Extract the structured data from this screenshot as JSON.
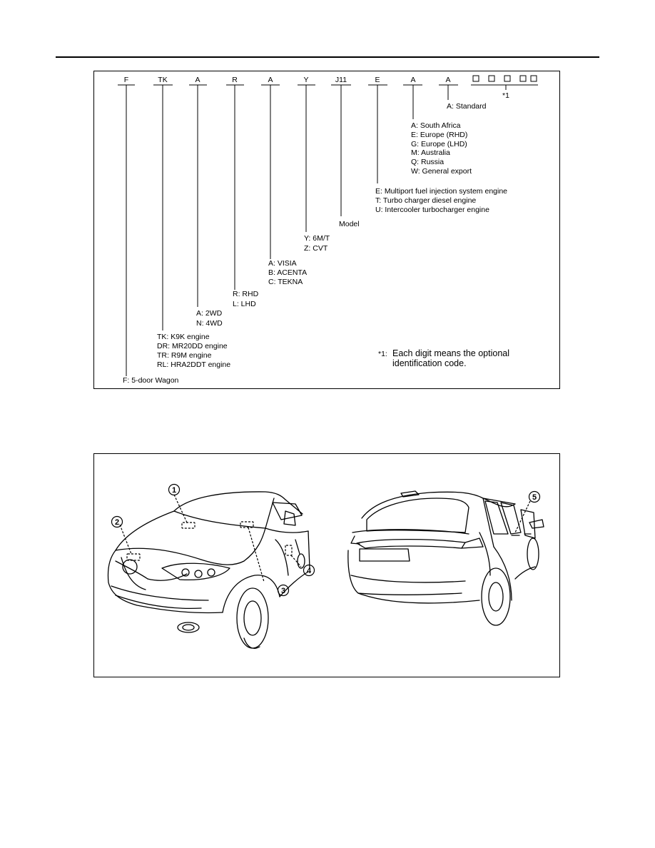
{
  "code_chart": {
    "headers": [
      "F",
      "TK",
      "A",
      "R",
      "A",
      "Y",
      "J11",
      "E",
      "A",
      "A"
    ],
    "footnote_marker": "*1",
    "legends": {
      "pos10": [
        "A: Standard"
      ],
      "pos9": [
        "A: South Africa",
        "E: Europe (RHD)",
        "G: Europe (LHD)",
        "M: Australia",
        "Q: Russia",
        "W: General export"
      ],
      "pos8": [
        "E: Multiport fuel injection system engine",
        "T: Turbo charger diesel engine",
        "U: Intercooler turbocharger engine"
      ],
      "pos7": [
        "Model"
      ],
      "pos6": [
        "Y: 6M/T",
        "Z: CVT"
      ],
      "pos5": [
        "A: VISIA",
        "B: ACENTA",
        "C: TEKNA"
      ],
      "pos4": [
        "R: RHD",
        "L: LHD"
      ],
      "pos3": [
        "A: 2WD",
        "N: 4WD"
      ],
      "pos2": [
        "TK: K9K engine",
        "DR: MR20DD engine",
        "TR: R9M engine",
        "RL: HRA2DDT engine"
      ],
      "pos1": [
        "F: 5-door Wagon"
      ]
    },
    "footnote": {
      "marker": "*1:",
      "line1": "Each digit means the optional",
      "line2": "identification code."
    }
  },
  "location_figure": {
    "callouts": [
      "1",
      "2",
      "3",
      "4",
      "5"
    ]
  }
}
